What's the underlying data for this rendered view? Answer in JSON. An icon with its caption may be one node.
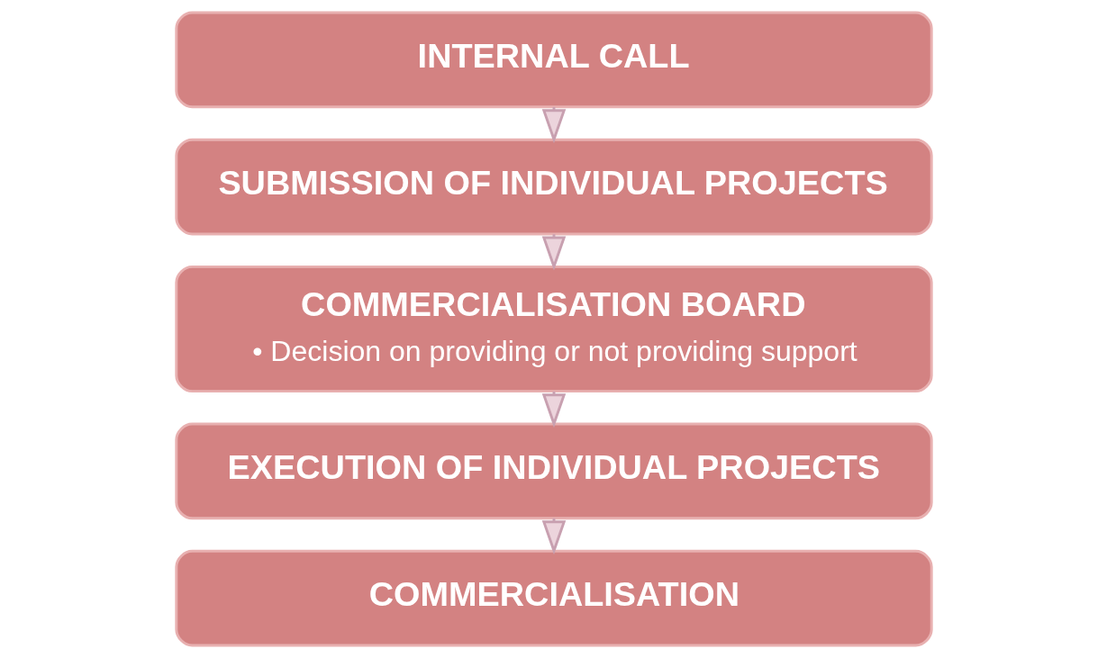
{
  "diagram": {
    "nodes": [
      {
        "text": [
          "INTERNAL CALL"
        ]
      },
      {
        "text": [
          "SUBMISSION OF INDIVIDUAL PROJECTS"
        ]
      },
      {
        "text": [
          "COMMERCIALISATION BOARD",
          "• Decision on providing or not providing support"
        ]
      },
      {
        "text": [
          "EXECUTION OF INDIVIDUAL PROJECTS"
        ]
      },
      {
        "text": [
          "COMMERCIALISATION"
        ]
      }
    ],
    "edges": [
      {
        "from": 0,
        "to": 1,
        "arrow": "to"
      },
      {
        "from": 1,
        "to": 2,
        "arrow": "to"
      },
      {
        "from": 2,
        "to": 3,
        "arrow": "to"
      },
      {
        "from": 3,
        "to": 4,
        "arrow": "to"
      }
    ]
  }
}
